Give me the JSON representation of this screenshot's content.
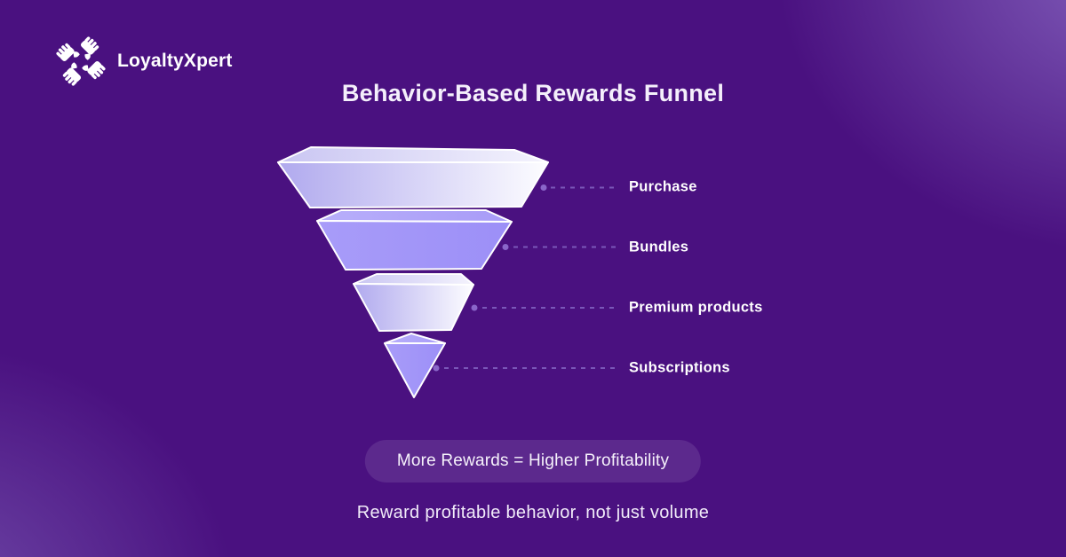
{
  "brand": {
    "name": "LoyaltyXpert",
    "logo_icon": "four-hands-diamond-icon"
  },
  "title": "Behavior-Based Rewards Funnel",
  "funnel": {
    "type": "funnel",
    "tiers": [
      {
        "label": "Purchase",
        "style": "light-gradient"
      },
      {
        "label": "Bundles",
        "style": "periwinkle"
      },
      {
        "label": "Premium products",
        "style": "light-gradient"
      },
      {
        "label": "Subscriptions",
        "style": "periwinkle"
      }
    ]
  },
  "callout": {
    "badge": "More Rewards = Higher Profitability",
    "subtitle": "Reward profitable behavior, not just volume"
  },
  "colors": {
    "background": "#4a1180",
    "corner_glow": "#8a6ac4",
    "tier_periwinkle": "#a096f8",
    "tier_light_start": "#b0a9ee",
    "tier_light_end": "#fdfdff",
    "tier_stroke": "#ffffff",
    "connector_dash": "#7a57b8",
    "connector_dot": "#8a66c9",
    "text": "#ffffff",
    "badge_background": "rgba(255,255,255,0.10)"
  }
}
